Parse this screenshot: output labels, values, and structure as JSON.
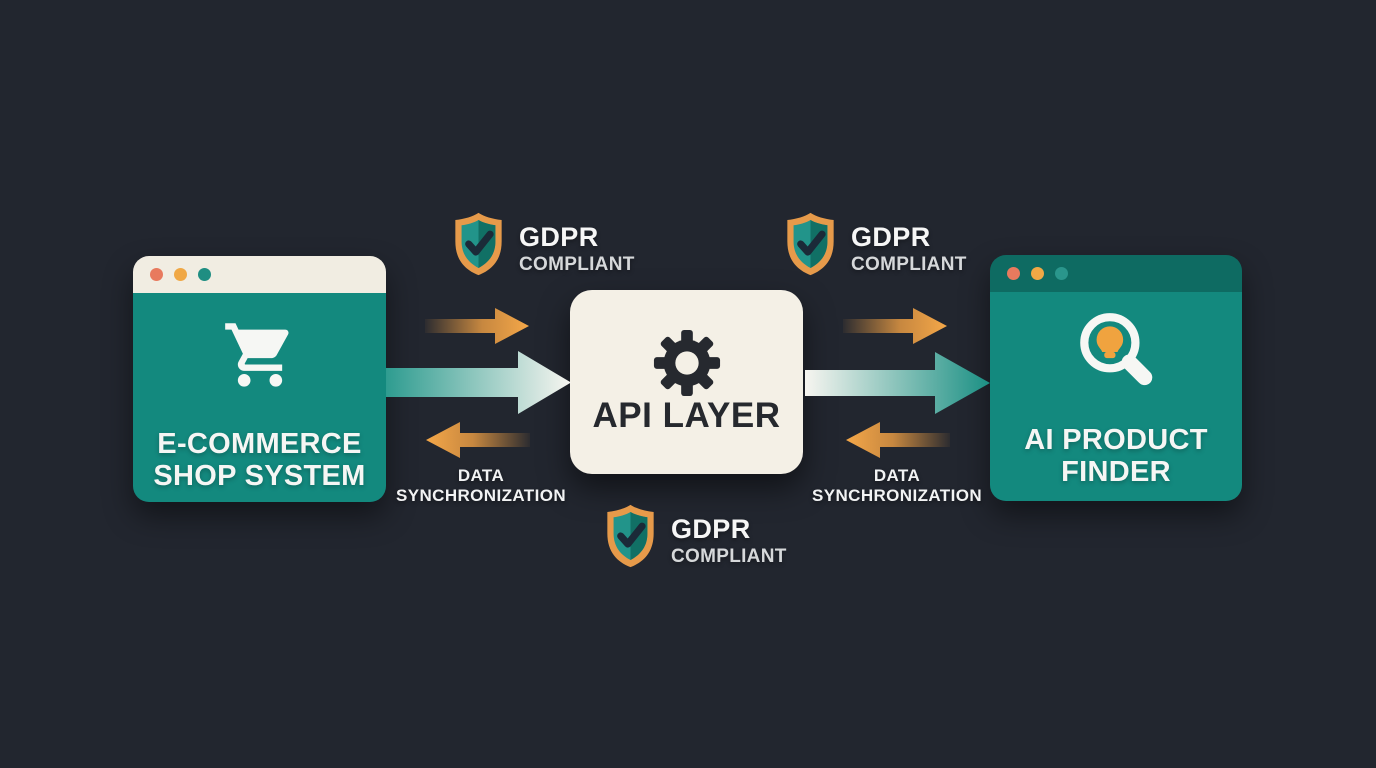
{
  "page": {
    "background": "#22262f"
  },
  "colors": {
    "teal_body": "#13897e",
    "teal_titlebar_dark": "#0e6b62",
    "cream": "#f3efe4",
    "arrow_orange": "#f0a044",
    "shield_orange": "#e69a4a",
    "shield_teal_light": "#22948a",
    "shield_teal_dark": "#117065",
    "check_navy": "#1b2a38",
    "dot_red": "#e87a5e",
    "dot_amber": "#f0a845",
    "dot_teal": "#1f8e82",
    "text_light": "#f5f6f4",
    "text_dark": "#26292e",
    "big_arrow_teal": "#2e9c90",
    "big_arrow_white": "#f7f5f0"
  },
  "cards": {
    "shop": {
      "line1": "E-COMMERCE",
      "line2": "SHOP SYSTEM",
      "icon": "shopping-cart-icon"
    },
    "api": {
      "label": "API LAYER",
      "icon": "gear-icon"
    },
    "finder": {
      "line1": "AI PRODUCT",
      "line2": "FINDER",
      "icon": "search-lightbulb-icon"
    }
  },
  "badges": [
    {
      "title": "GDPR",
      "subtitle": "COMPLIANT"
    },
    {
      "title": "GDPR",
      "subtitle": "COMPLIANT"
    },
    {
      "title": "GDPR",
      "subtitle": "COMPLIANT"
    }
  ],
  "sync_labels": [
    {
      "line1": "DATA",
      "line2": "SYNCHRONIZATION"
    },
    {
      "line1": "DATA",
      "line2": "SYNCHRONIZATION"
    }
  ]
}
